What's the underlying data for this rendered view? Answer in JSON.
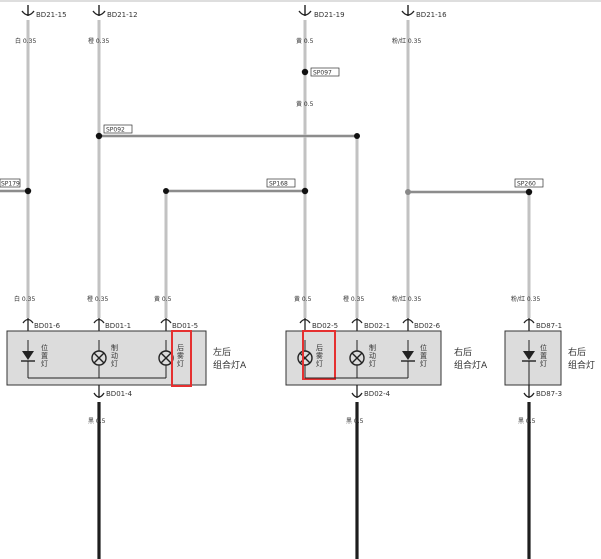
{
  "top_connectors": [
    {
      "id": "c-bd21-15",
      "label": "BD21-15"
    },
    {
      "id": "c-bd21-12",
      "label": "BD21-12"
    },
    {
      "id": "c-bd21-19",
      "label": "BD21-19"
    },
    {
      "id": "c-bd21-16",
      "label": "BD21-16"
    }
  ],
  "wires": {
    "w1_top": "白 0.35",
    "w2_top": "橙 0.35",
    "w3_top": "黄 0.5",
    "w3_mid": "黄 0.5",
    "w4_top": "粉/红 0.35",
    "w1_bot": "白 0.35",
    "w2_bot": "橙 0.35",
    "w3_bot": "黄 0.5",
    "w4_bot": "黄 0.5",
    "w5_bot": "橙 0.35",
    "w6_bot": "粉/红 0.35",
    "w7_bot": "粉/红 0.35",
    "g1": "黑 0.5",
    "g2": "黑 0.5",
    "g3": "黑 0.5"
  },
  "splices": {
    "sp097": "SP097",
    "sp092": "SP092",
    "sp179": "SP179",
    "sp168": "SP168",
    "sp260": "SP260"
  },
  "pins": {
    "bd01_6": "BD01-6",
    "bd01_1": "BD01-1",
    "bd01_5": "BD01-5",
    "bd01_4": "BD01-4",
    "bd02_5": "BD02-5",
    "bd02_1": "BD02-1",
    "bd02_6": "BD02-6",
    "bd02_4": "BD02-4",
    "bd87_1": "BD87-1",
    "bd87_3": "BD87-3"
  },
  "lamps": {
    "position": "位置灯",
    "brake": "制动灯",
    "fog": "后雾灯"
  },
  "components": {
    "left": [
      "左后",
      "组合灯A"
    ],
    "right": [
      "右后",
      "组合灯A"
    ],
    "right2": [
      "右后",
      "组合灯"
    ]
  },
  "colors": {
    "wire_light": "#c2c2c2",
    "wire_dark": "#1e1e1e",
    "box_fill": "#dcdcdc",
    "highlight": "#e53030"
  }
}
